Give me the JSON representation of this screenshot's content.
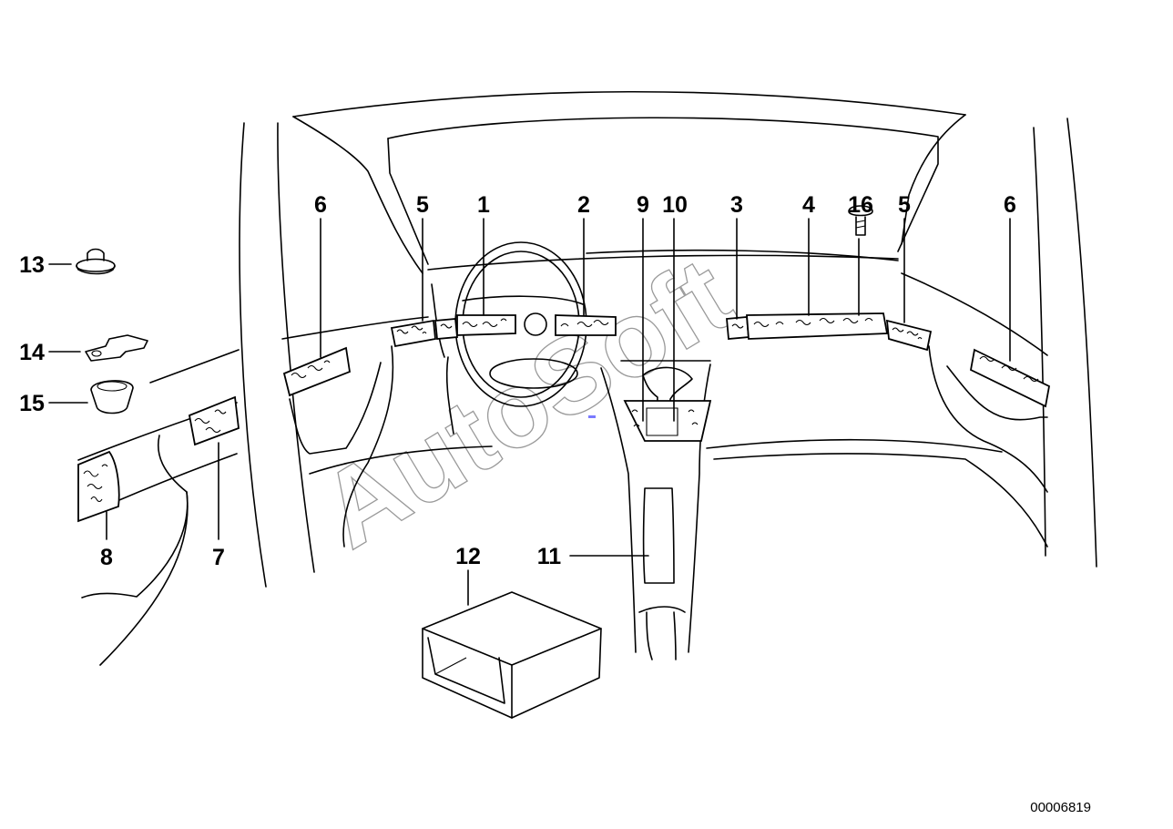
{
  "diagram": {
    "callouts": [
      {
        "id": "c1",
        "label": "1"
      },
      {
        "id": "c2",
        "label": "2"
      },
      {
        "id": "c3",
        "label": "3"
      },
      {
        "id": "c4",
        "label": "4"
      },
      {
        "id": "c5a",
        "label": "5"
      },
      {
        "id": "c5b",
        "label": "5"
      },
      {
        "id": "c6a",
        "label": "6"
      },
      {
        "id": "c6b",
        "label": "6"
      },
      {
        "id": "c7",
        "label": "7"
      },
      {
        "id": "c8",
        "label": "8"
      },
      {
        "id": "c9",
        "label": "9"
      },
      {
        "id": "c10",
        "label": "10"
      },
      {
        "id": "c11",
        "label": "11"
      },
      {
        "id": "c12",
        "label": "12"
      },
      {
        "id": "c13",
        "label": "13"
      },
      {
        "id": "c14",
        "label": "14"
      },
      {
        "id": "c15",
        "label": "15"
      },
      {
        "id": "c16",
        "label": "16"
      }
    ],
    "catalog_number": "00006819",
    "watermark": "AutoSoft"
  }
}
